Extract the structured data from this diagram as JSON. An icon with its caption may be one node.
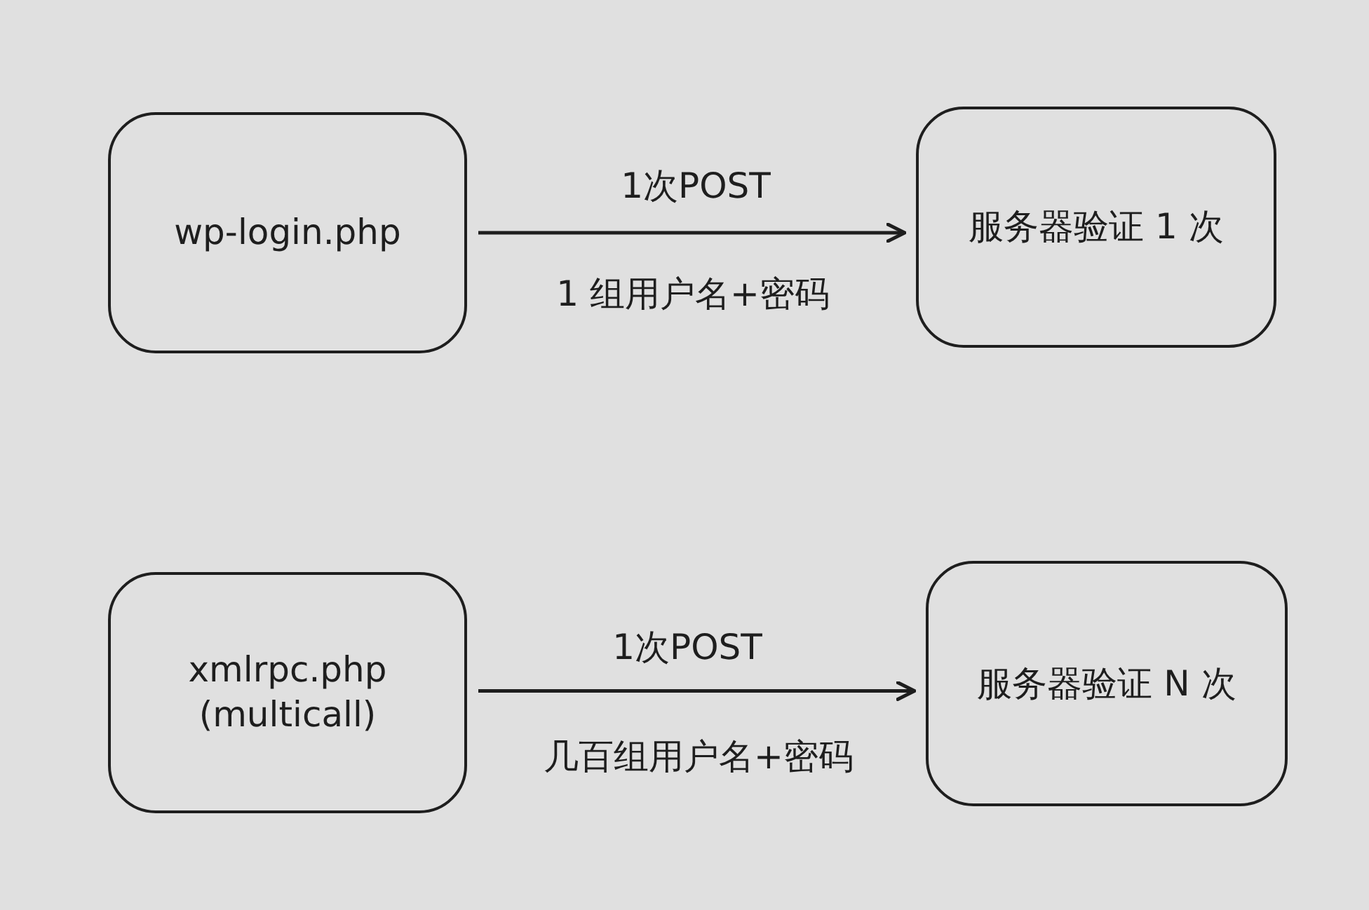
{
  "diagram": {
    "nodes": [
      {
        "text": [
          "wp-login.php"
        ]
      },
      {
        "text": [
          "服务器验证 1 次"
        ]
      },
      {
        "text": [
          "xmlrpc.php (multicall)"
        ]
      },
      {
        "text": [
          "服务器验证 N 次"
        ]
      }
    ],
    "edges": [
      {
        "from": 0,
        "to": 1,
        "arrow": "to",
        "label": "1次POST"
      },
      {
        "from": 2,
        "to": 3,
        "arrow": "to",
        "label": "1次POST"
      }
    ],
    "labels": [
      "1 组用户名+密码",
      "几百组用户名+密码"
    ]
  }
}
